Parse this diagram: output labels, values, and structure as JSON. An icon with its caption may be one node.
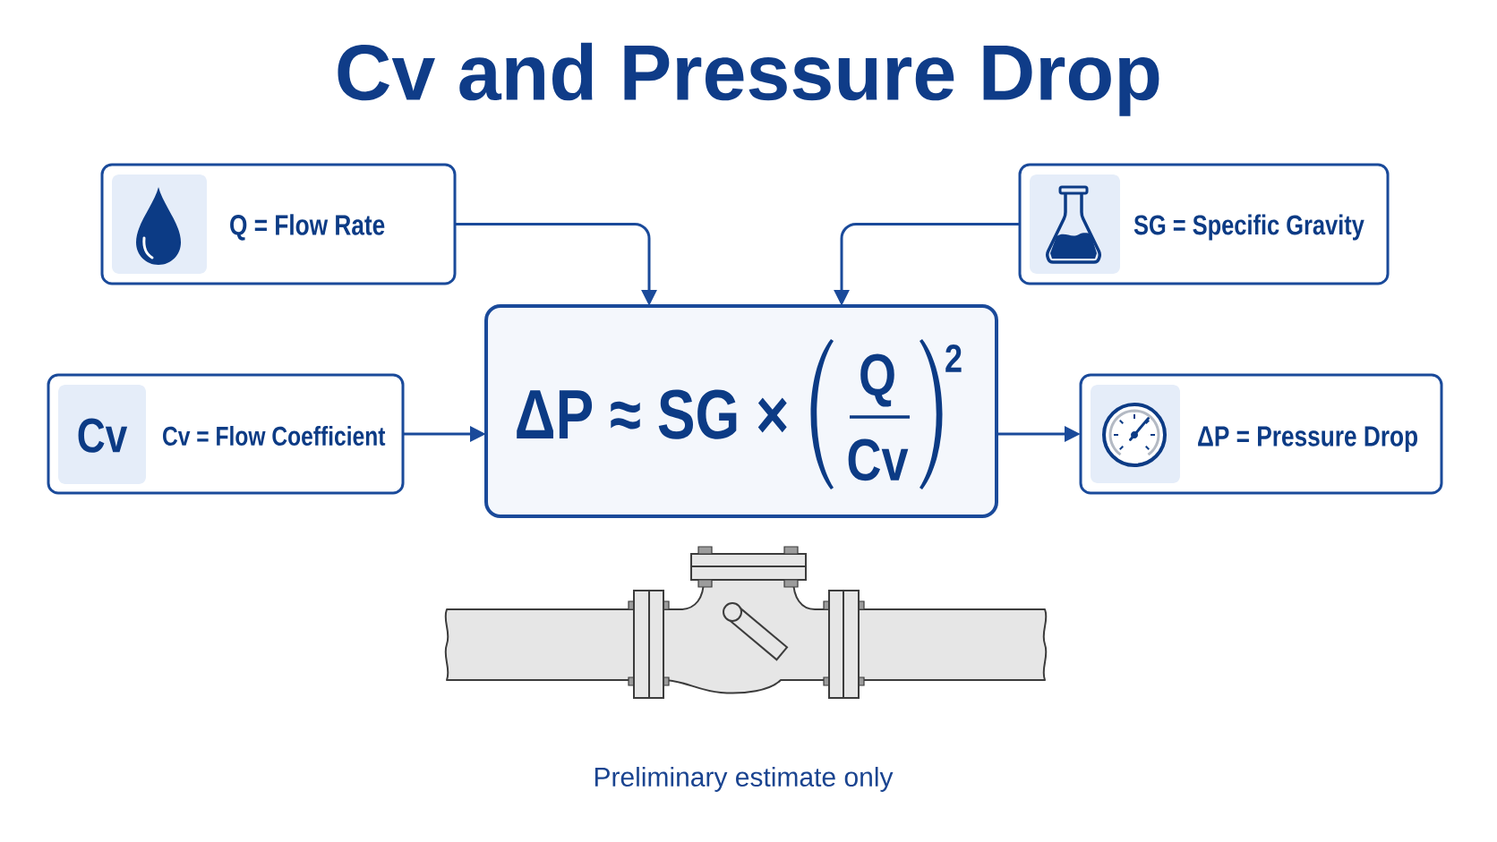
{
  "diagram": {
    "title": "Cv and Pressure Drop",
    "nodes": [
      {
        "text": [
          "Q = Flow Rate"
        ]
      },
      {
        "text": [
          "SG = Specific Gravity"
        ]
      },
      {
        "text": [
          "Cv",
          "Cv = Flow Coefficient"
        ]
      },
      {
        "text": [
          "ΔP ≈ SG ×",
          "Q",
          "Cv",
          "2"
        ]
      },
      {
        "text": [
          "ΔP = Pressure Drop"
        ]
      }
    ],
    "edges": [
      {
        "from": 0,
        "to": 3,
        "arrow": "to"
      },
      {
        "from": 1,
        "to": 3,
        "arrow": "to"
      },
      {
        "from": 2,
        "to": 3,
        "arrow": "to"
      },
      {
        "from": 3,
        "to": 4,
        "arrow": "to"
      }
    ],
    "labels": [
      "Preliminary estimate only"
    ]
  }
}
